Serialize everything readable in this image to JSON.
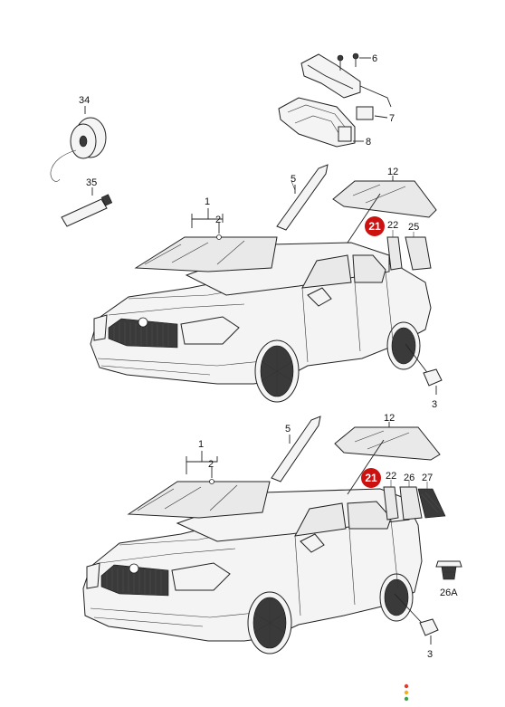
{
  "labels": {
    "l6": "6",
    "l7": "7",
    "l8": "8",
    "l34": "34",
    "l35": "35",
    "l5a": "5",
    "l12a": "12",
    "l1a": "1",
    "l2a": "2",
    "l22a": "22",
    "l25": "25",
    "l3a": "3",
    "l5b": "5",
    "l12b": "12",
    "l1b": "1",
    "l2b": "2",
    "l22b": "22",
    "l26": "26",
    "l27": "27",
    "l26a": "26A",
    "l3b": "3"
  },
  "callouts": {
    "c21a": "21",
    "c21b": "21"
  },
  "colors": {
    "callout": "#cc1111",
    "ink": "#222222"
  }
}
